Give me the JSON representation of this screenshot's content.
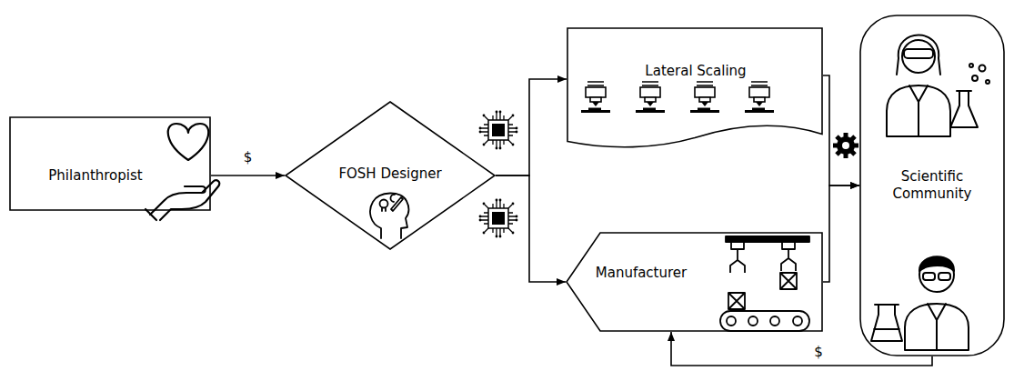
{
  "diagram": {
    "nodes": [
      {
        "text": [
          "Philanthropist"
        ]
      },
      {
        "text": [
          "FOSH Designer"
        ]
      },
      {
        "text": [
          "Lateral Scaling"
        ]
      },
      {
        "text": [
          "Manufacturer"
        ]
      },
      {
        "text": [
          "Scientific Community"
        ]
      }
    ],
    "edges": [
      {
        "from": 0,
        "to": 1,
        "label": "$",
        "arrow": "to"
      },
      {
        "from": 1,
        "to": 2,
        "arrow": "to"
      },
      {
        "from": 1,
        "to": 3,
        "arrow": "to"
      },
      {
        "from": 2,
        "to": 4,
        "arrow": "to"
      },
      {
        "from": 3,
        "to": 4,
        "arrow": "to"
      },
      {
        "from": 4,
        "to": 3,
        "label": "$",
        "arrow": "to"
      }
    ]
  }
}
